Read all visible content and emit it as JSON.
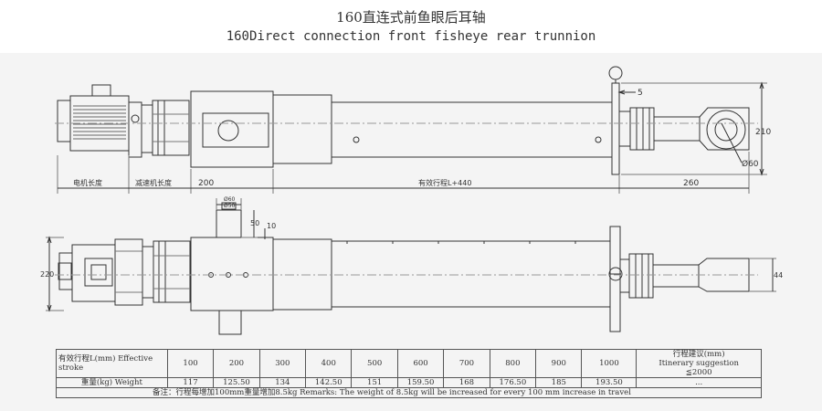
{
  "title": {
    "cn": "160直连式前鱼眼后耳轴",
    "en": "160Direct connection front fisheye rear trunnion"
  },
  "dimensions": {
    "d5": "5",
    "d210": "210",
    "d60_circle": "Ø60",
    "d200": "200",
    "motor_length": "电机长度",
    "reducer_length": "减速机长度",
    "stroke_formula": "有效行程L+440",
    "d260": "260",
    "d60_small": "Ø60",
    "d50_small": "Ø50",
    "d50": "50",
    "d10": "10",
    "d220": "220",
    "d44": "44"
  },
  "table": {
    "stroke_header": "有效行程L(mm)  Effective stroke",
    "suggest_header": "行程建议(mm)",
    "suggest_header_en": "Itinerary suggestion",
    "strokes": [
      "100",
      "200",
      "300",
      "400",
      "500",
      "600",
      "700",
      "800",
      "900",
      "1000"
    ],
    "weight_header": "重量(kg) Weight",
    "weights": [
      "117",
      "125.50",
      "134",
      "142.50",
      "151",
      "159.50",
      "168",
      "176.50",
      "185",
      "193.50"
    ],
    "suggest_value": "≦2000",
    "suggest_more": "...",
    "remark": "备注：行程每增加100mm重量增加8.5kg   Remarks: The weight of 8.5kg will be increased for every 100 mm increase in travel"
  }
}
